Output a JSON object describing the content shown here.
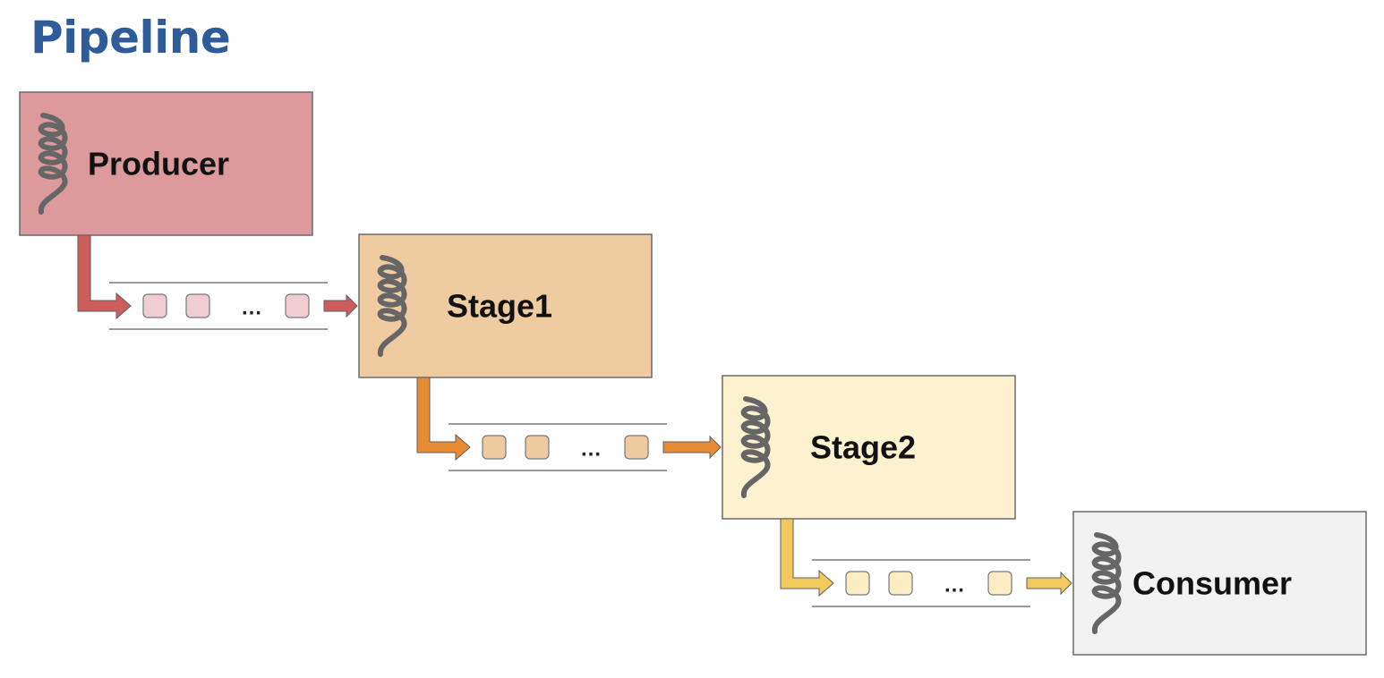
{
  "title": "Pipeline",
  "stages": [
    {
      "label": "Producer",
      "fill": "#dc9a9c",
      "arrow_color": "#cd5c5c",
      "item_fill": "#efcdd0"
    },
    {
      "label": "Stage1",
      "fill": "#efcba1",
      "arrow_color": "#e68c33",
      "item_fill": "#eecaa0"
    },
    {
      "label": "Stage2",
      "fill": "#fdf2d0",
      "arrow_color": "#f2c95c",
      "item_fill": "#fdecc4"
    },
    {
      "label": "Consumer",
      "fill": "#f2f2f2"
    }
  ],
  "queue": {
    "ellipsis": "…"
  },
  "icons": {
    "thread": "thread-coil-icon"
  }
}
